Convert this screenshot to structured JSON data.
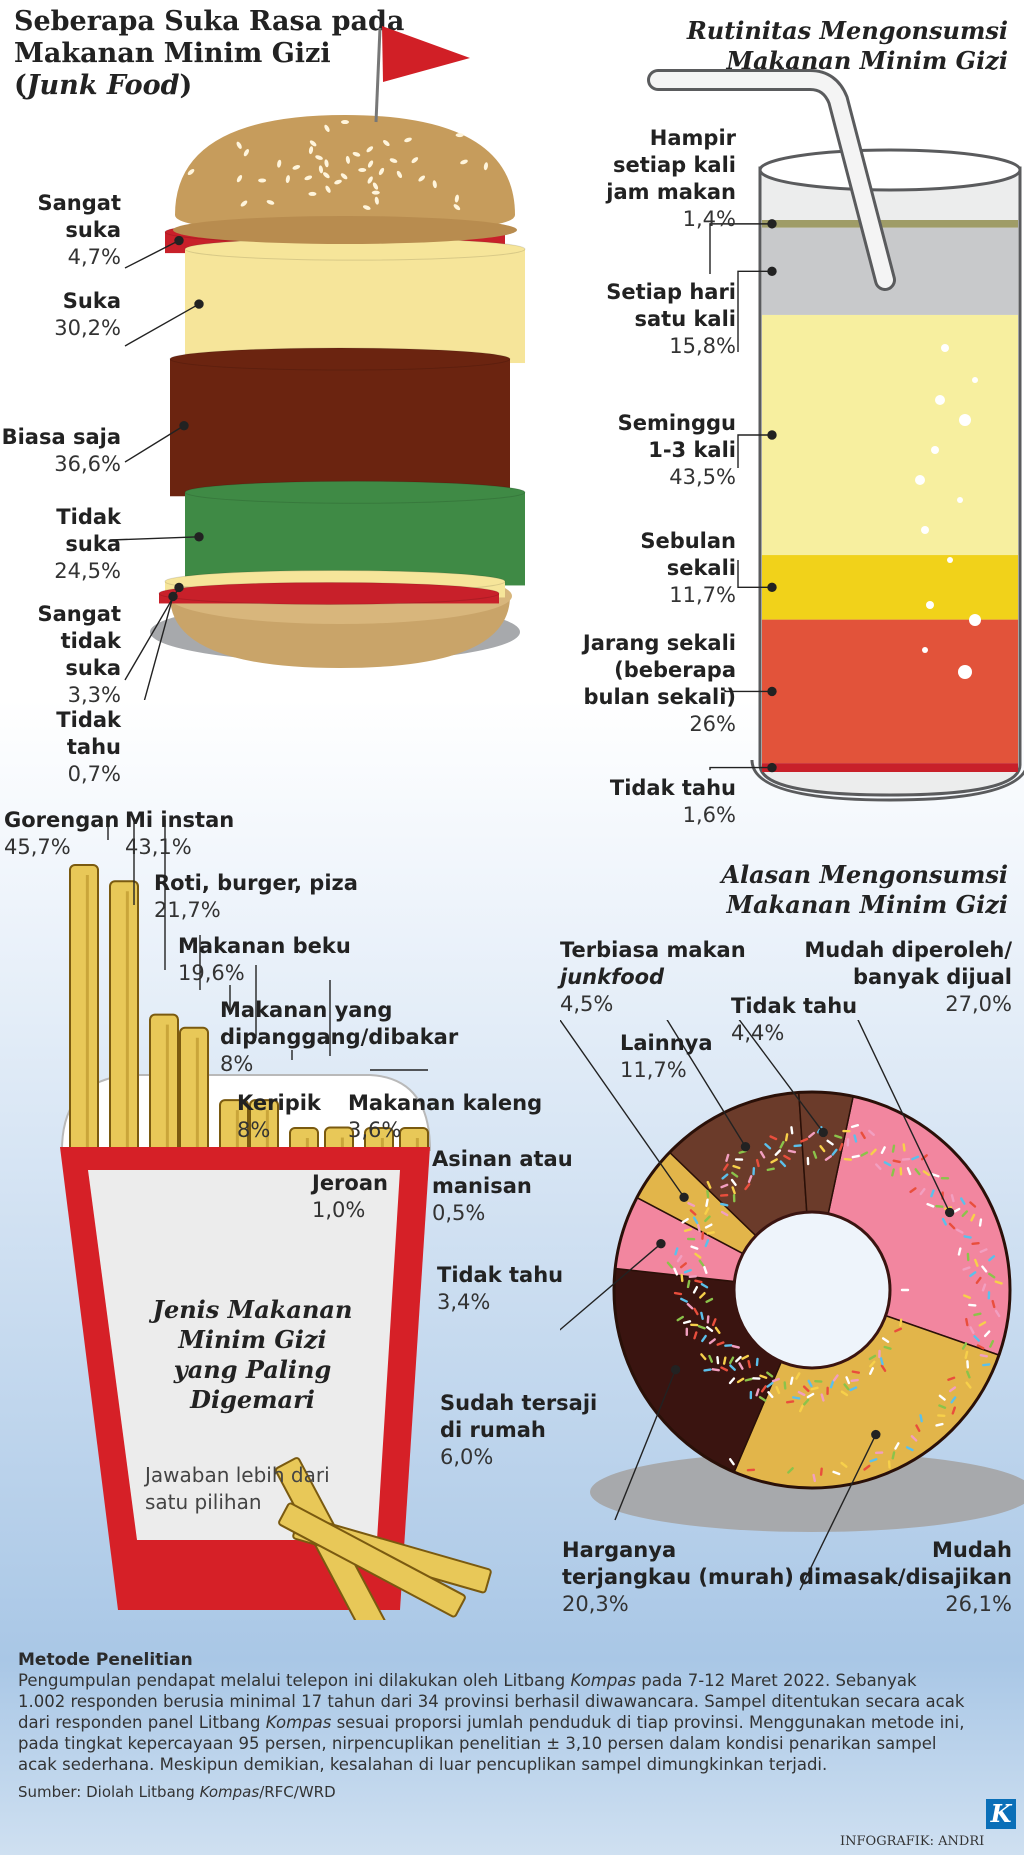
{
  "main_title": {
    "line1": "Seberapa Suka Rasa pada",
    "line2": "Makanan Minim Gizi",
    "line3_open": "(",
    "line3_italic": "Junk Food",
    "line3_close": ")"
  },
  "glass_title": {
    "line1": "Rutinitas Mengonsumsi",
    "line2": "Makanan Minim Gizi"
  },
  "donut_title": {
    "line1": "Alasan Mengonsumsi",
    "line2": "Makanan Minim Gizi"
  },
  "fries_box_title": {
    "line1": "Jenis Makanan",
    "line2": "Minim Gizi",
    "line3": "yang Paling",
    "line4": "Digemari"
  },
  "fries_note": {
    "line1": "Jawaban lebih dari",
    "line2": "satu pilihan"
  },
  "method": {
    "title": "Metode Penelitian",
    "l1a": "Pengumpulan pendapat melalui telepon ini dilakukan oleh Litbang ",
    "l1b": "Kompas",
    "l1c": " pada 7-12 Maret 2022. Sebanyak",
    "l2": "1.002 responden berusia minimal 17 tahun dari 34 provinsi berhasil diwawancara. Sampel ditentukan secara acak",
    "l3a": "dari responden panel Litbang ",
    "l3b": "Kompas",
    "l3c": " sesuai proporsi jumlah penduduk di tiap provinsi. Menggunakan metode ini,",
    "l4": "pada tingkat kepercayaan 95 persen, nirpencuplikan penelitian ± 3,10 persen dalam kondisi penarikan sampel",
    "l5": "acak sederhana. Meskipun demikian, kesalahan di luar pencuplikan sampel dimungkinkan terjadi.",
    "source_a": "Sumber: Diolah Litbang ",
    "source_b": "Kompas",
    "source_c": "/RFC/WRD"
  },
  "credit": "INFOGRAFIK: ANDRI",
  "logo_letter": "K",
  "colors": {
    "bun": "#c9a469",
    "ketchup": "#c8202a",
    "cheese": "#f6e59a",
    "patty": "#6b2410",
    "lettuce": "#3f8a45",
    "glass_red": "#e2533a",
    "glass_yellow": "#f1d21a",
    "glass_cream": "#f7ef9f",
    "fries": "#e8c858",
    "box_red": "#d62027",
    "donut_choco": "#6b3b2a",
    "donut_pink": "#f2869f",
    "donut_yellow": "#e2b54a",
    "donut_dark": "#3a1410"
  },
  "chart_data": [
    {
      "type": "stacked-bar",
      "title": "Seberapa Suka Rasa pada Makanan Minim Gizi (Junk Food)",
      "unit": "%",
      "categories": [
        {
          "label_l1": "Sangat",
          "label_l2": "suka",
          "value": 4.7,
          "value_text": "4,7%"
        },
        {
          "label_l1": "Suka",
          "label_l2": "",
          "value": 30.2,
          "value_text": "30,2%"
        },
        {
          "label_l1": "Biasa saja",
          "label_l2": "",
          "value": 36.6,
          "value_text": "36,6%"
        },
        {
          "label_l1": "Tidak suka",
          "label_l2": "",
          "value": 24.5,
          "value_text": "24,5%"
        },
        {
          "label_l1": "Sangat",
          "label_l2": "tidak suka",
          "value": 3.3,
          "value_text": "3,3%"
        },
        {
          "label_l1": "Tidak tahu",
          "label_l2": "",
          "value": 0.7,
          "value_text": "0,7%"
        }
      ]
    },
    {
      "type": "stacked-bar",
      "title": "Rutinitas Mengonsumsi Makanan Minim Gizi",
      "unit": "%",
      "categories": [
        {
          "label_l1": "Hampir",
          "label_l2": "setiap kali",
          "label_l3": "jam makan",
          "value": 1.4,
          "value_text": "1,4%"
        },
        {
          "label_l1": "Setiap hari",
          "label_l2": "satu kali",
          "label_l3": "",
          "value": 15.8,
          "value_text": "15,8%"
        },
        {
          "label_l1": "Seminggu",
          "label_l2": "1-3 kali",
          "label_l3": "",
          "value": 43.5,
          "value_text": "43,5%"
        },
        {
          "label_l1": "Sebulan",
          "label_l2": "sekali",
          "label_l3": "",
          "value": 11.7,
          "value_text": "11,7%"
        },
        {
          "label_l1": "Jarang sekali",
          "label_l2": "(beberapa",
          "label_l3": "bulan sekali)",
          "value": 26,
          "value_text": "26%"
        },
        {
          "label_l1": "Tidak tahu",
          "label_l2": "",
          "label_l3": "",
          "value": 1.6,
          "value_text": "1,6%"
        }
      ]
    },
    {
      "type": "bar",
      "title": "Jenis Makanan Minim Gizi yang Paling Digemari",
      "unit": "%",
      "categories": [
        {
          "label_l1": "Gorengan",
          "label_l2": "",
          "value": 45.7,
          "value_text": "45,7%"
        },
        {
          "label_l1": "Mi instan",
          "label_l2": "",
          "value": 43.1,
          "value_text": "43,1%"
        },
        {
          "label_l1": "Roti, burger, piza",
          "label_l2": "",
          "value": 21.7,
          "value_text": "21,7%"
        },
        {
          "label_l1": "Makanan beku",
          "label_l2": "",
          "value": 19.6,
          "value_text": "19,6%"
        },
        {
          "label_l1": "Makanan yang",
          "label_l2": "dipanggang/dibakar",
          "value": 8,
          "value_text": "8%"
        },
        {
          "label_l1": "Keripik",
          "label_l2": "",
          "value": 8,
          "value_text": "8%"
        },
        {
          "label_l1": "Jeroan",
          "label_l2": "",
          "value": 1.0,
          "value_text": "1,0%"
        },
        {
          "label_l1": "Makanan kaleng",
          "label_l2": "",
          "value": 3.6,
          "value_text": "3,6%"
        },
        {
          "label_l1": "Asinan atau",
          "label_l2": "manisan",
          "value": 0.5,
          "value_text": "0,5%"
        },
        {
          "label_l1": "Tidak tahu",
          "label_l2": "",
          "value": 3.4,
          "value_text": "3,4%"
        }
      ]
    },
    {
      "type": "pie",
      "title": "Alasan Mengonsumsi Makanan Minim Gizi",
      "unit": "%",
      "categories": [
        {
          "label_l1": "Mudah diperoleh/",
          "label_l2": "banyak dijual",
          "value": 27.0,
          "value_text": "27,0%"
        },
        {
          "label_l1": "Mudah",
          "label_l2": "dimasak/disajikan",
          "value": 26.1,
          "value_text": "26,1%"
        },
        {
          "label_l1": "Harganya",
          "label_l2": "terjangkau (murah)",
          "value": 20.3,
          "value_text": "20,3%"
        },
        {
          "label_l1": "Sudah tersaji",
          "label_l2": "di rumah",
          "value": 6.0,
          "value_text": "6,0%"
        },
        {
          "label_l1": "Terbiasa makan",
          "label_l2": "junkfood",
          "value": 4.5,
          "value_text": "4,5%"
        },
        {
          "label_l1": "Lainnya",
          "label_l2": "",
          "value": 11.7,
          "value_text": "11,7%"
        },
        {
          "label_l1": "Tidak tahu",
          "label_l2": "",
          "value": 4.4,
          "value_text": "4,4%"
        }
      ]
    }
  ]
}
